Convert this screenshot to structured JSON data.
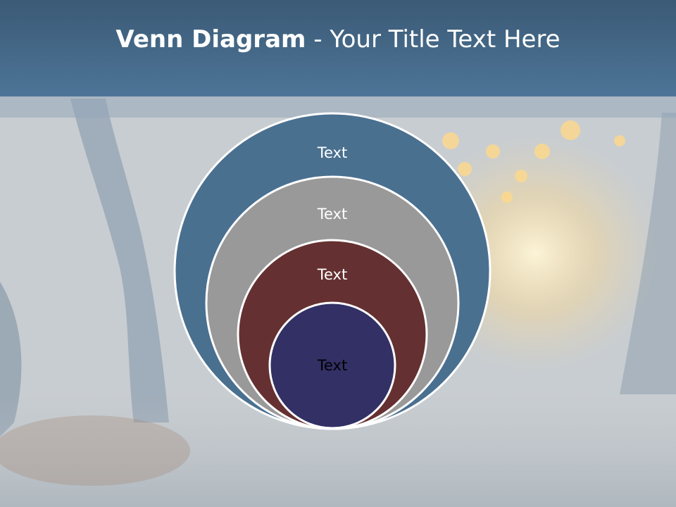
{
  "slide": {
    "title_bold": "Venn Diagram",
    "title_rest": " - Your Title Text Here"
  },
  "diagram": {
    "type": "nested-venn",
    "circles": [
      {
        "label": "Text",
        "fill": "#4a7090",
        "text_color": "#ffffff"
      },
      {
        "label": "Text",
        "fill": "#999999",
        "text_color": "#ffffff"
      },
      {
        "label": "Text",
        "fill": "#653031",
        "text_color": "#ffffff"
      },
      {
        "label": "Text",
        "fill": "#323065",
        "text_color": "#000000"
      }
    ],
    "outline_color": "#ffffff"
  },
  "background": {
    "base_color": "#c9ced2",
    "title_bar_color": "#4a7090",
    "spark_color": "#ffd98a"
  }
}
